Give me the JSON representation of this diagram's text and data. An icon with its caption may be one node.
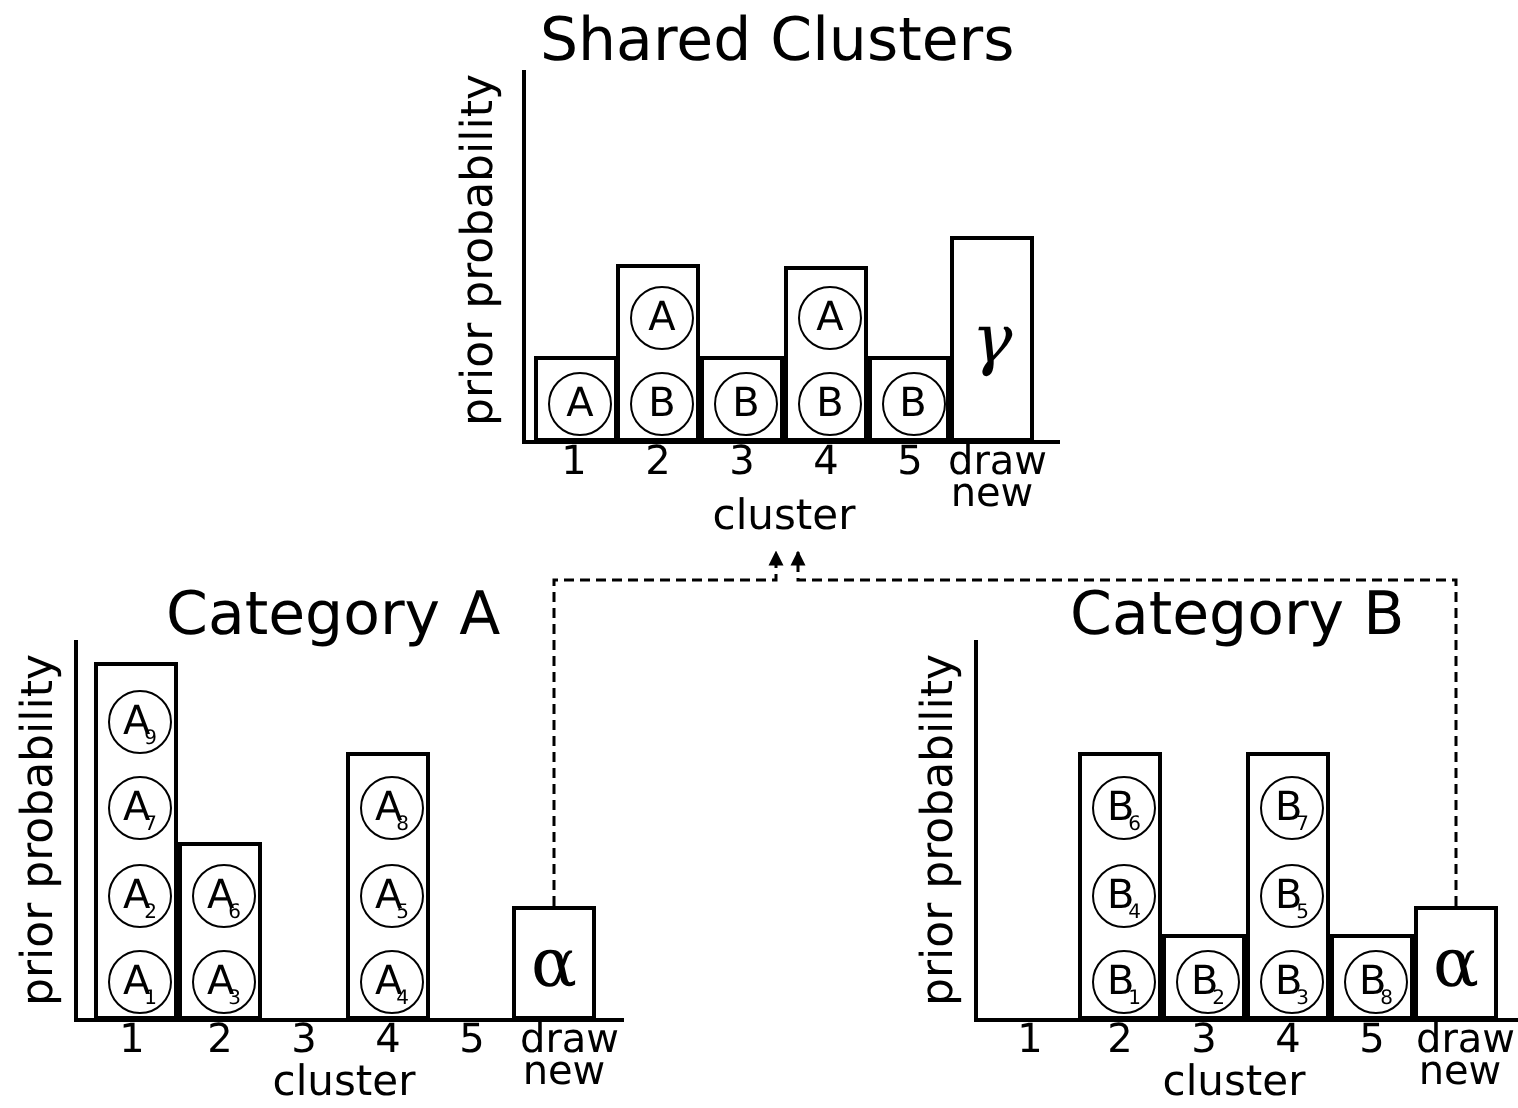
{
  "diagram": {
    "nodes": [
      {
        "text": [
          "Shared Clusters",
          "prior probability",
          "cluster"
        ]
      },
      {
        "text": [],
        "shape": "bar",
        "in": 0
      },
      {
        "text": [
          "A"
        ],
        "in": 1
      },
      {
        "text": [],
        "shape": "bar",
        "in": 0
      },
      {
        "text": [
          "A"
        ],
        "in": 3
      },
      {
        "text": [
          "B"
        ],
        "in": 3
      },
      {
        "text": [],
        "shape": "bar",
        "in": 0
      },
      {
        "text": [
          "B"
        ],
        "in": 6
      },
      {
        "text": [],
        "shape": "bar",
        "in": 0
      },
      {
        "text": [
          "A"
        ],
        "in": 8
      },
      {
        "text": [
          "B"
        ],
        "in": 8
      },
      {
        "text": [],
        "shape": "bar",
        "in": 0
      },
      {
        "text": [
          "B"
        ],
        "in": 11
      },
      {
        "text": [
          "γ"
        ],
        "in": 0
      },
      {
        "text": [
          "Category A",
          "prior probability",
          "cluster"
        ]
      },
      {
        "text": [],
        "shape": "bar",
        "in": 14
      },
      {
        "text": [
          "A$_{9}$"
        ],
        "in": 15
      },
      {
        "text": [
          "A$_{7}$"
        ],
        "in": 15
      },
      {
        "text": [
          "A$_{2}$"
        ],
        "in": 15
      },
      {
        "text": [
          "A$_{1}$"
        ],
        "in": 15
      },
      {
        "text": [],
        "shape": "bar",
        "in": 14
      },
      {
        "text": [
          "A$_{6}$"
        ],
        "in": 20
      },
      {
        "text": [
          "A$_{3}$"
        ],
        "in": 20
      },
      {
        "text": [],
        "shape": "bar",
        "in": 14
      },
      {
        "text": [
          "A$_{8}$"
        ],
        "in": 23
      },
      {
        "text": [
          "A$_{5}$"
        ],
        "in": 23
      },
      {
        "text": [
          "A$_{4}$"
        ],
        "in": 23
      },
      {
        "text": [
          "α"
        ],
        "in": 14
      },
      {
        "text": [
          "Category B",
          "prior probability",
          "cluster"
        ]
      },
      {
        "text": [],
        "shape": "bar",
        "in": 28
      },
      {
        "text": [
          "B$_{6}$"
        ],
        "in": 29
      },
      {
        "text": [
          "B$_{4}$"
        ],
        "in": 29
      },
      {
        "text": [
          "B$_{1}$"
        ],
        "in": 29
      },
      {
        "text": [],
        "shape": "bar",
        "in": 28
      },
      {
        "text": [
          "B$_{2}$"
        ],
        "in": 33
      },
      {
        "text": [],
        "shape": "bar",
        "in": 28
      },
      {
        "text": [
          "B$_{7}$"
        ],
        "in": 35
      },
      {
        "text": [
          "B$_{5}$"
        ],
        "in": 35
      },
      {
        "text": [
          "B$_{3}$"
        ],
        "in": 35
      },
      {
        "text": [],
        "shape": "bar",
        "in": 28
      },
      {
        "text": [
          "B$_{8}$"
        ],
        "in": 39
      },
      {
        "text": [
          "α"
        ],
        "in": 28
      }
    ],
    "edges": [
      {
        "from": 27,
        "to": 0,
        "arrow": "to",
        "style": "dashed"
      },
      {
        "from": 41,
        "to": 0,
        "arrow": "to",
        "style": "dashed"
      }
    ],
    "labels": [
      "1",
      "2",
      "3",
      "4",
      "5",
      "draw new",
      "1",
      "2",
      "3",
      "4",
      "5",
      "draw new",
      "1",
      "2",
      "3",
      "4",
      "5",
      "draw new"
    ]
  }
}
